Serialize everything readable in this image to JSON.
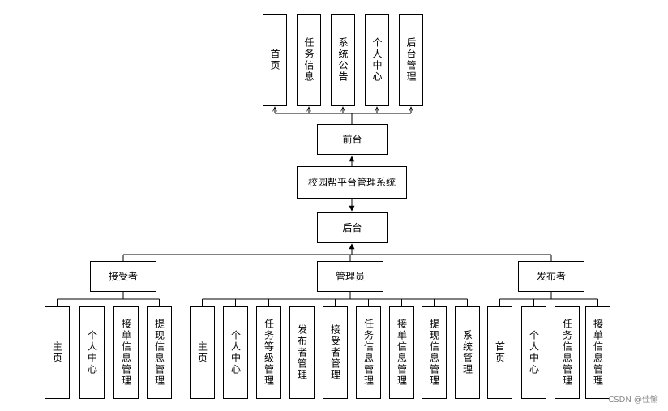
{
  "diagram": {
    "root": "校园帮平台管理系统",
    "front": {
      "label": "前台",
      "children": [
        "首页",
        "任务信息",
        "系统公告",
        "个人中心",
        "后台管理"
      ]
    },
    "back": {
      "label": "后台",
      "roles": [
        {
          "label": "接受者",
          "children": [
            "主页",
            "个人中心",
            "接单信息管理",
            "提现信息管理"
          ]
        },
        {
          "label": "管理员",
          "children": [
            "主页",
            "个人中心",
            "任务等级管理",
            "发布者管理",
            "接受者管理",
            "任务信息管理",
            "接单信息管理",
            "提现信息管理",
            "系统管理"
          ]
        },
        {
          "label": "发布者",
          "children": [
            "首页",
            "个人中心",
            "任务信息管理",
            "接单信息管理"
          ]
        }
      ]
    }
  },
  "watermark": "CSDN @佳愉"
}
